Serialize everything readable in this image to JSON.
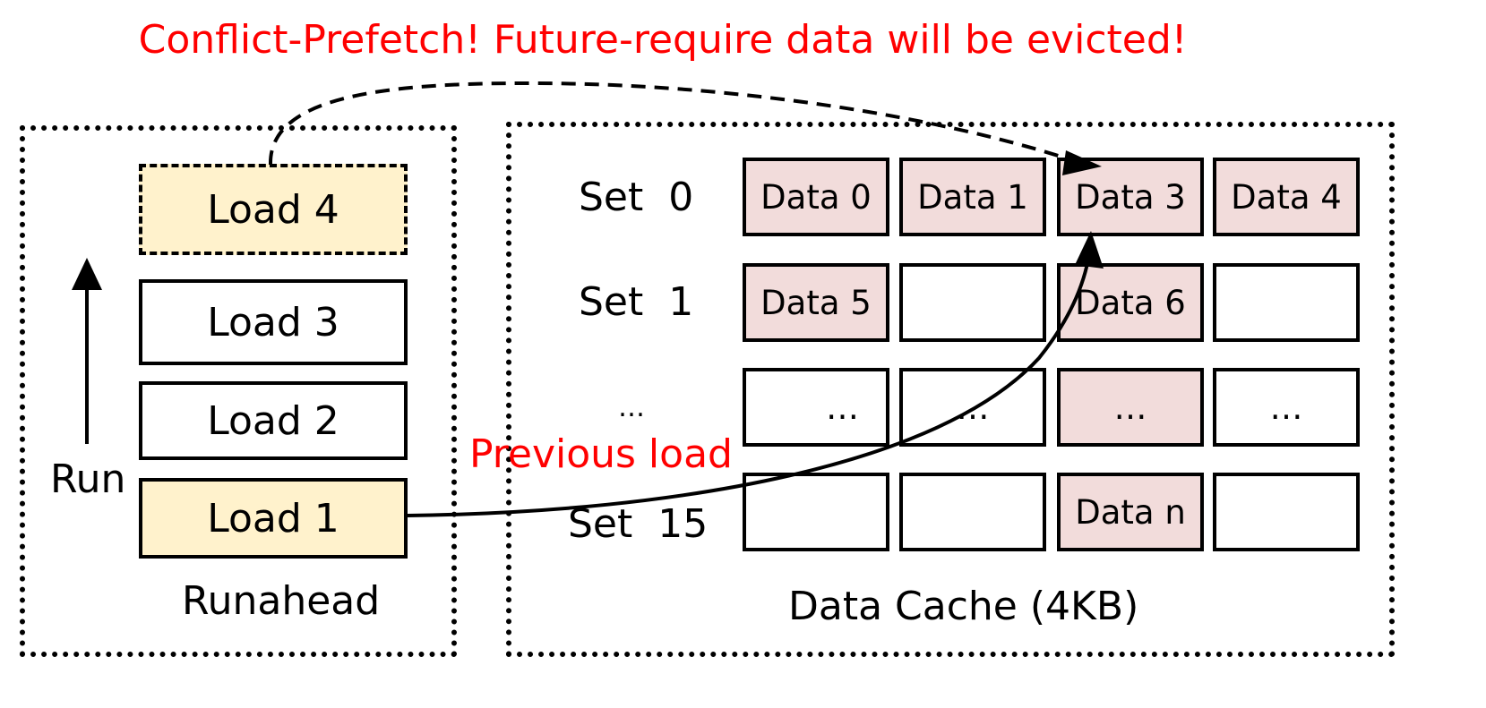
{
  "title": "Conflict-Prefetch! Future-require data will be evicted!",
  "annotation": "Previous load",
  "runahead": {
    "label": "Runahead",
    "run_label": "Run",
    "loads": [
      {
        "label": "Load 4",
        "style": "dashed",
        "fill": "#fff2cc"
      },
      {
        "label": "Load 3",
        "style": "solid",
        "fill": "#ffffff"
      },
      {
        "label": "Load 2",
        "style": "solid",
        "fill": "#ffffff"
      },
      {
        "label": "Load 1",
        "style": "solid",
        "fill": "#fff2cc"
      }
    ]
  },
  "cache": {
    "label": "Data Cache (4KB)",
    "rows": [
      {
        "label": "Set  0",
        "cells": [
          {
            "text": "Data 0",
            "filled": true
          },
          {
            "text": "Data 1",
            "filled": true
          },
          {
            "text": "Data 3",
            "filled": true
          },
          {
            "text": "Data 4",
            "filled": true
          }
        ]
      },
      {
        "label": "Set  1",
        "cells": [
          {
            "text": "Data 5",
            "filled": true
          },
          {
            "text": "",
            "filled": false
          },
          {
            "text": "Data 6",
            "filled": true
          },
          {
            "text": "",
            "filled": false
          }
        ]
      },
      {
        "label": "…",
        "cells": [
          {
            "text": "…",
            "filled": false
          },
          {
            "text": "…",
            "filled": false
          },
          {
            "text": "…",
            "filled": true
          },
          {
            "text": "…",
            "filled": false
          }
        ]
      },
      {
        "label": "Set  15",
        "cells": [
          {
            "text": "",
            "filled": false
          },
          {
            "text": "",
            "filled": false
          },
          {
            "text": "Data n",
            "filled": true
          },
          {
            "text": "",
            "filled": false
          }
        ]
      }
    ]
  },
  "colors": {
    "accent_red": "#ff0000",
    "cell_fill": "#f2dcdb",
    "load_highlight": "#fff2cc",
    "stroke": "#000000"
  }
}
